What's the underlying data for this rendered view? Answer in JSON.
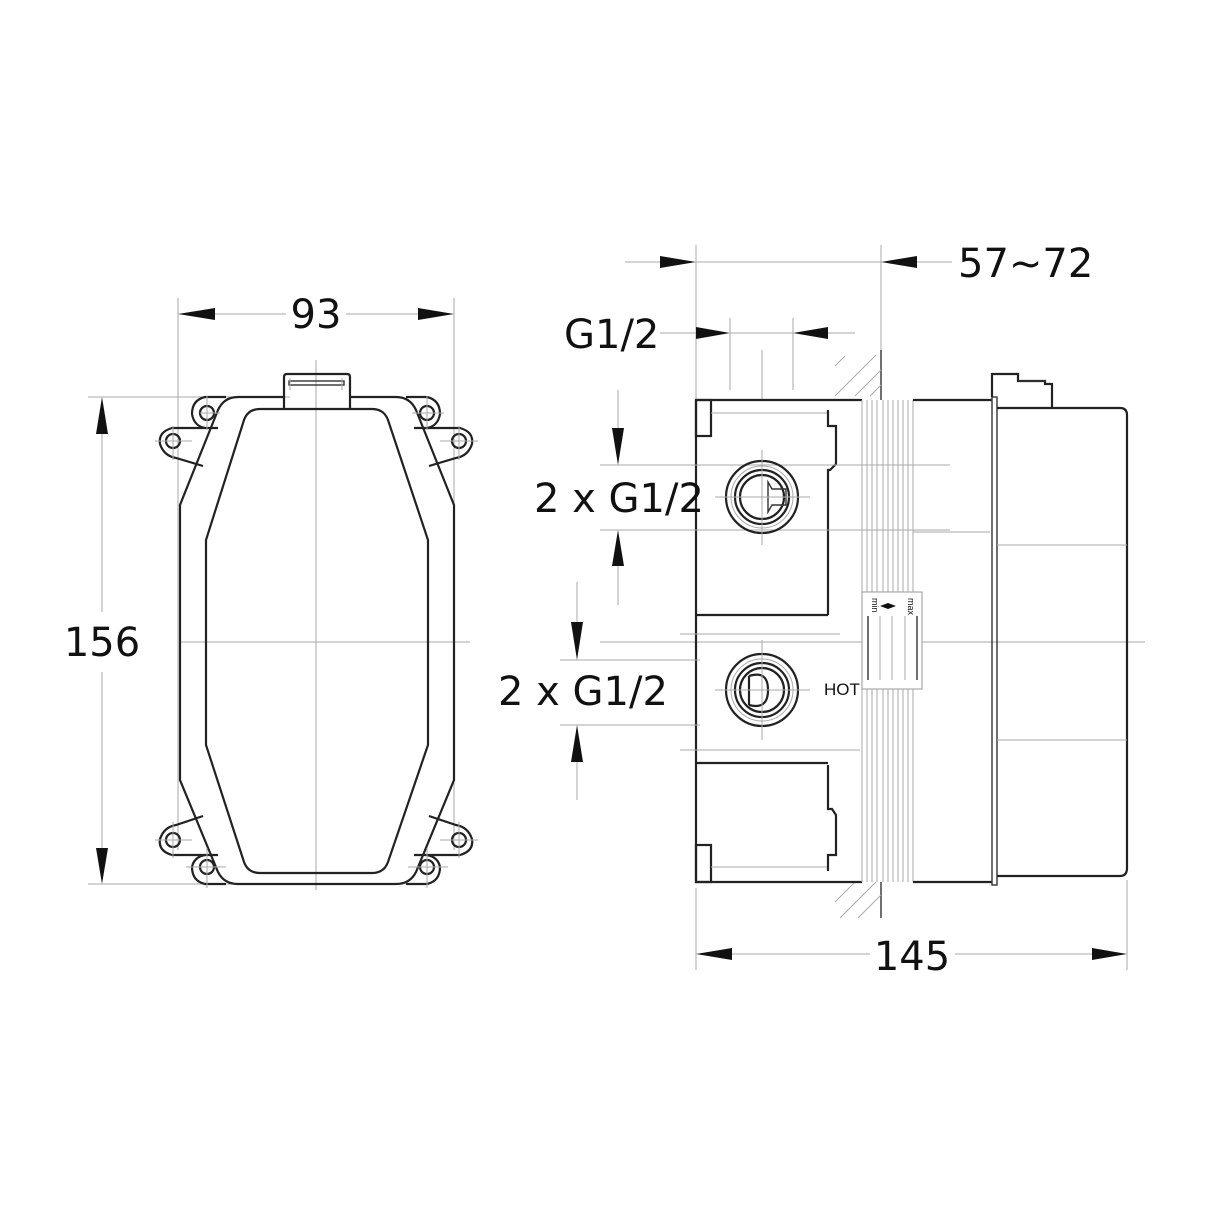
{
  "drawing": {
    "front_view": {
      "width_dimension": "93",
      "height_dimension": "156"
    },
    "side_view": {
      "depth_range_dimension": "57~72",
      "top_connection_label": "G1/2",
      "upper_connection_label": "2 x G1/2",
      "lower_connection_label": "2 x G1/2",
      "total_depth_dimension": "145",
      "hot_label": "HOT",
      "scale_min_label": "min",
      "scale_max_label": "max"
    }
  }
}
